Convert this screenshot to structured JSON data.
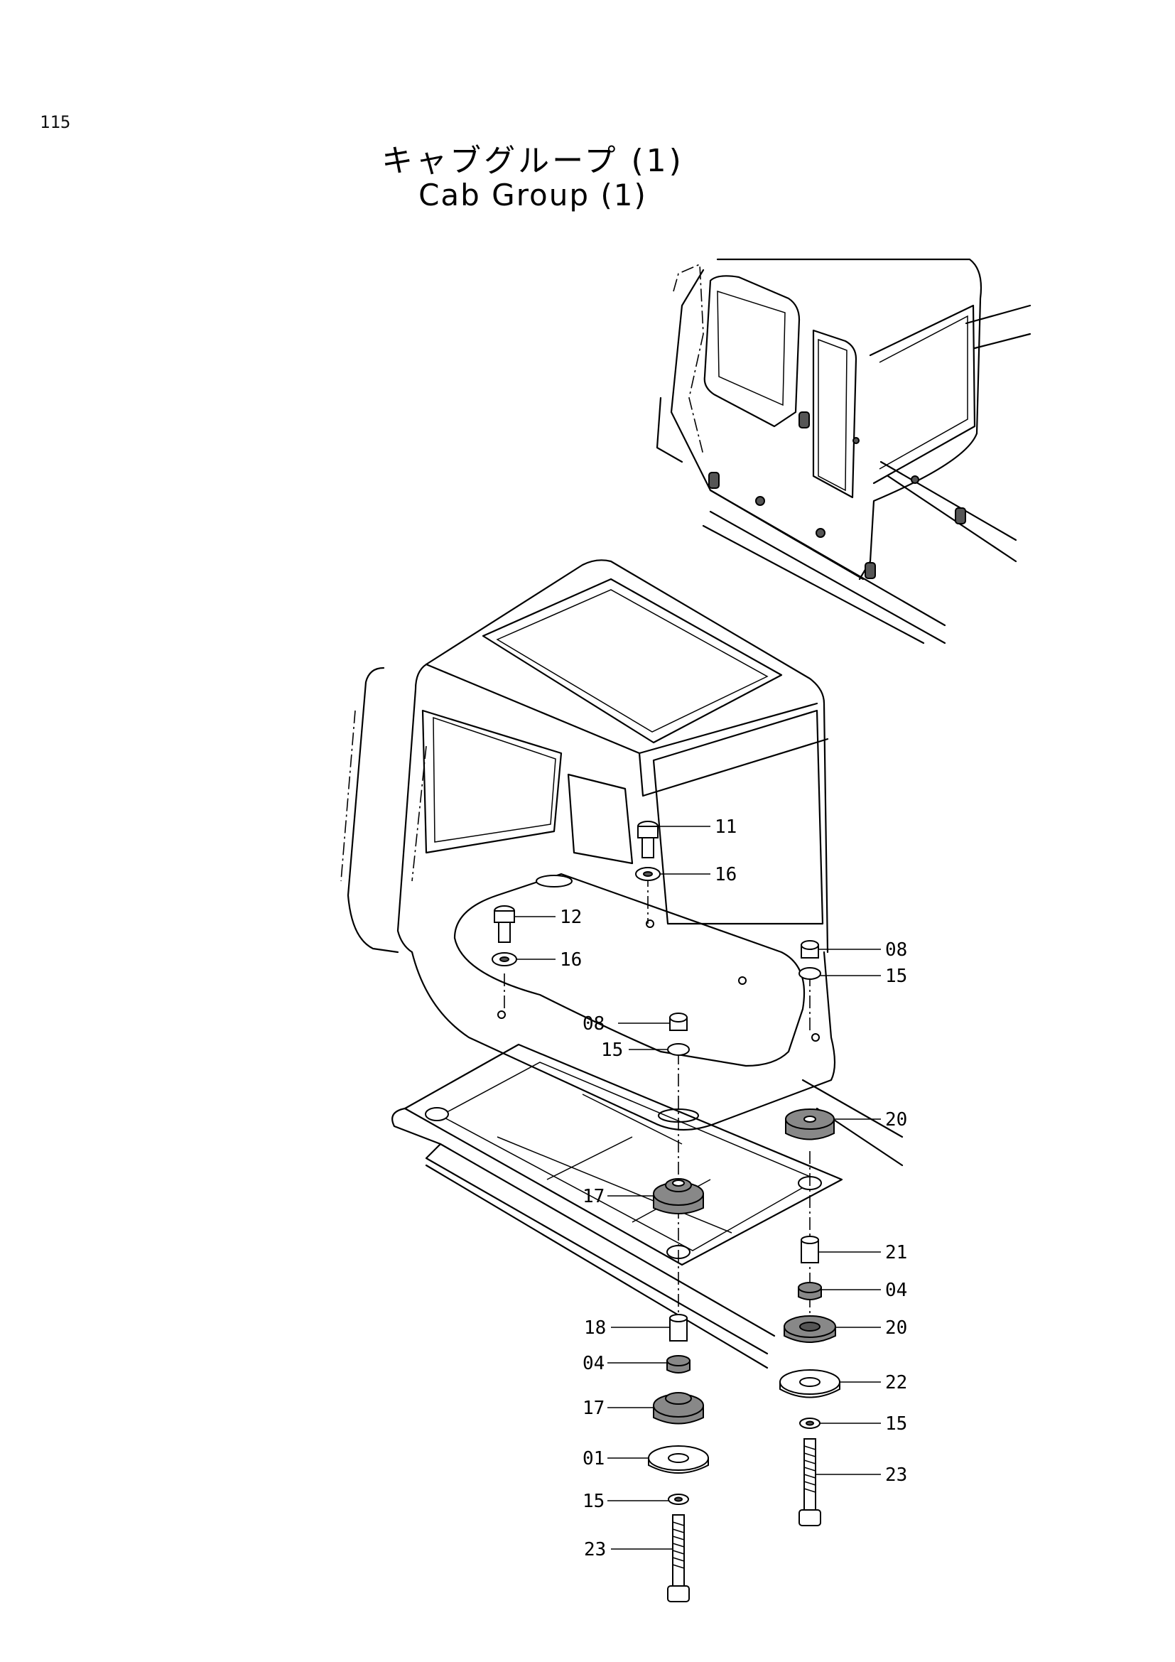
{
  "page_number": "115",
  "title_jp": "キャブグループ (1)",
  "title_en": "Cab Group (1)",
  "callouts": {
    "c11": "11",
    "c16a": "16",
    "c12": "12",
    "c16b": "16",
    "c08a": "08",
    "c15a": "15",
    "c08b": "08",
    "c15b": "15",
    "c20a": "20",
    "c17a": "17",
    "c21": "21",
    "c04a": "04",
    "c20b": "20",
    "c18": "18",
    "c04b": "04",
    "c22": "22",
    "c17b": "17",
    "c15c": "15",
    "c01": "01",
    "c23a": "23",
    "c15d": "15",
    "c23b": "23"
  }
}
